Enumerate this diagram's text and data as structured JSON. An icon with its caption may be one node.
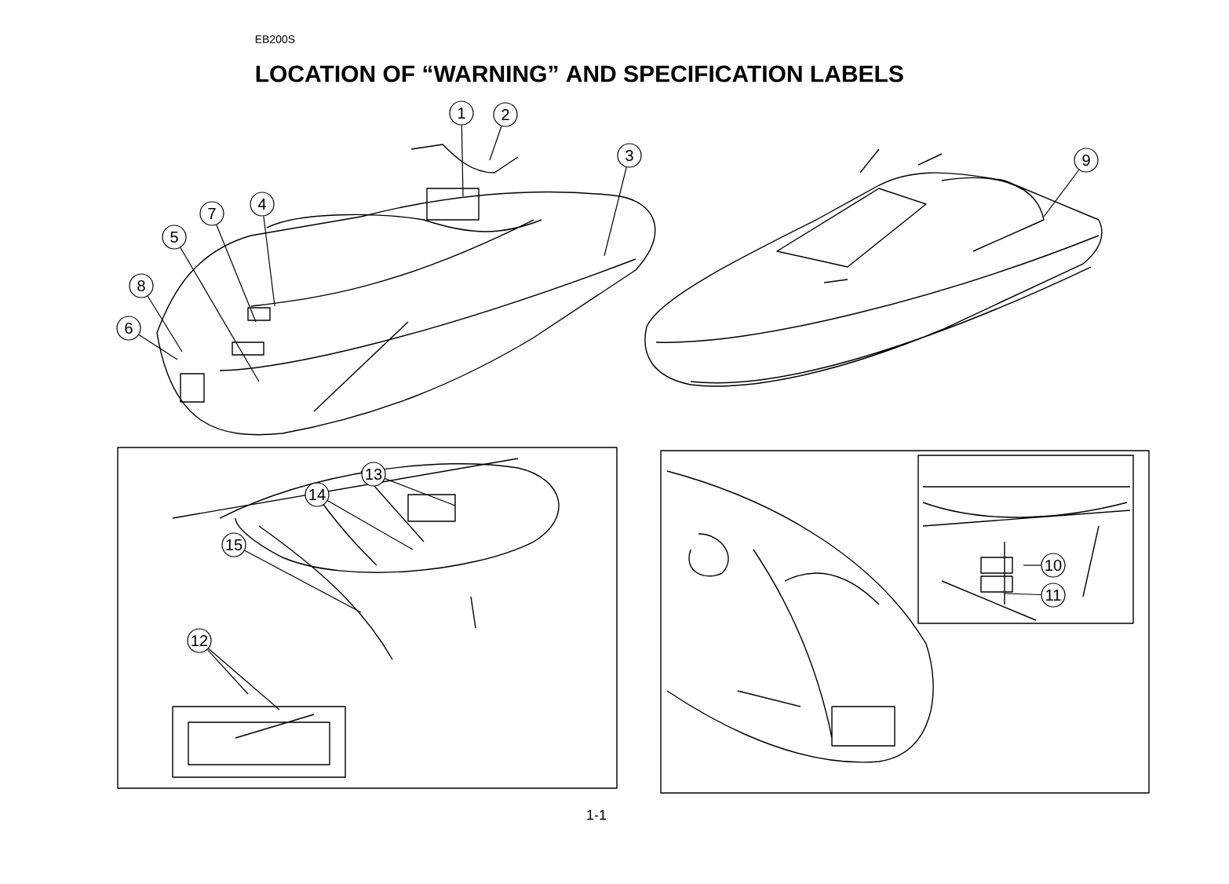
{
  "diagram": {
    "title": "LOCATION OF “WARNING” AND SPECIFICATION LABELS",
    "nodes": [
      {
        "text": [
          "1"
        ]
      },
      {
        "text": [
          "2"
        ]
      },
      {
        "text": [
          "3"
        ]
      },
      {
        "text": [
          "4"
        ]
      },
      {
        "text": [
          "5"
        ]
      },
      {
        "text": [
          "6"
        ]
      },
      {
        "text": [
          "7"
        ]
      },
      {
        "text": [
          "8"
        ]
      },
      {
        "text": [
          "9"
        ]
      },
      {
        "text": [
          "10"
        ]
      },
      {
        "text": [
          "11"
        ]
      },
      {
        "text": [
          "12"
        ]
      },
      {
        "text": [
          "13"
        ]
      },
      {
        "text": [
          "14"
        ]
      },
      {
        "text": [
          "15"
        ]
      }
    ],
    "edges": [
      {
        "from": 0,
        "to": null,
        "arrow": "none"
      },
      {
        "from": 1,
        "to": null,
        "arrow": "none"
      },
      {
        "from": 2,
        "to": null,
        "arrow": "none"
      },
      {
        "from": 3,
        "to": null,
        "arrow": "none"
      },
      {
        "from": 4,
        "to": null,
        "arrow": "none"
      },
      {
        "from": 5,
        "to": null,
        "arrow": "none"
      },
      {
        "from": 6,
        "to": null,
        "arrow": "none"
      },
      {
        "from": 7,
        "to": null,
        "arrow": "none"
      },
      {
        "from": 8,
        "to": null,
        "arrow": "none"
      },
      {
        "from": 9,
        "to": null,
        "arrow": "none"
      },
      {
        "from": 10,
        "to": null,
        "arrow": "none"
      },
      {
        "from": 11,
        "to": null,
        "arrow": "none"
      },
      {
        "from": 11,
        "to": null,
        "arrow": "none"
      },
      {
        "from": 12,
        "to": null,
        "arrow": "none"
      },
      {
        "from": 13,
        "to": null,
        "arrow": "none"
      },
      {
        "from": 14,
        "to": null,
        "arrow": "none"
      }
    ],
    "labels": [
      "EB200S",
      "1-1"
    ]
  }
}
